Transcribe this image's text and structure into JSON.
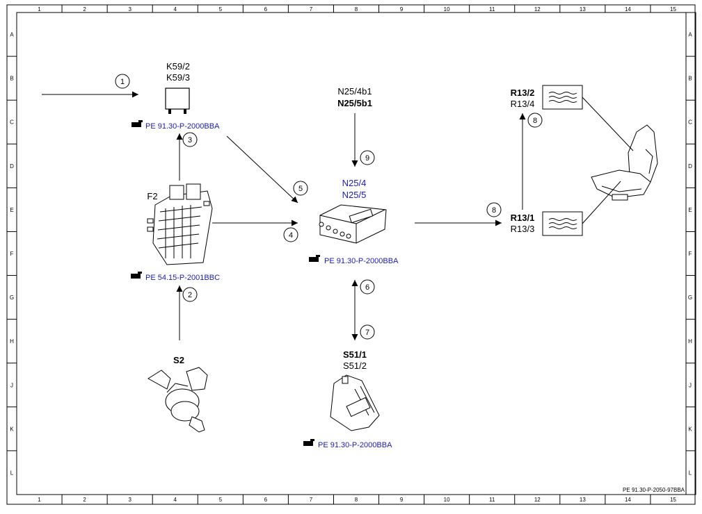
{
  "grid": {
    "columns": [
      "1",
      "2",
      "3",
      "4",
      "5",
      "6",
      "7",
      "8",
      "9",
      "10",
      "11",
      "12",
      "13",
      "14",
      "15"
    ],
    "rows": [
      "A",
      "B",
      "C",
      "D",
      "E",
      "F",
      "G",
      "H",
      "J",
      "K",
      "L"
    ]
  },
  "components": {
    "k59": {
      "line1": "K59/2",
      "line2": "K59/3",
      "ref": "PE 91.30-P-2000BBA"
    },
    "f2": {
      "label": "F2",
      "ref": "PE 54.15-P-2001BBC"
    },
    "s2": {
      "label": "S2"
    },
    "n25_top": {
      "line1": "N25/4b1",
      "line2": "N25/5b1"
    },
    "n25": {
      "line1": "N25/4",
      "line2": "N25/5",
      "ref": "PE 91.30-P-2000BBA"
    },
    "s51": {
      "line1": "S51/1",
      "line2": "S51/2",
      "ref": "PE 91.30-P-2000BBA"
    },
    "r13_top": {
      "line1": "R13/2",
      "line2": "R13/4"
    },
    "r13_bottom": {
      "line1": "R13/1",
      "line2": "R13/3"
    }
  },
  "steps": {
    "s1": "1",
    "s2": "2",
    "s3": "3",
    "s4": "4",
    "s5": "5",
    "s6": "6",
    "s7": "7",
    "s8a": "8",
    "s8b": "8",
    "s9": "9"
  },
  "doc_id": "PE 91.30-P-2050-97BBA",
  "colors": {
    "link_blue": "#1a1ab8",
    "line": "#000000"
  }
}
